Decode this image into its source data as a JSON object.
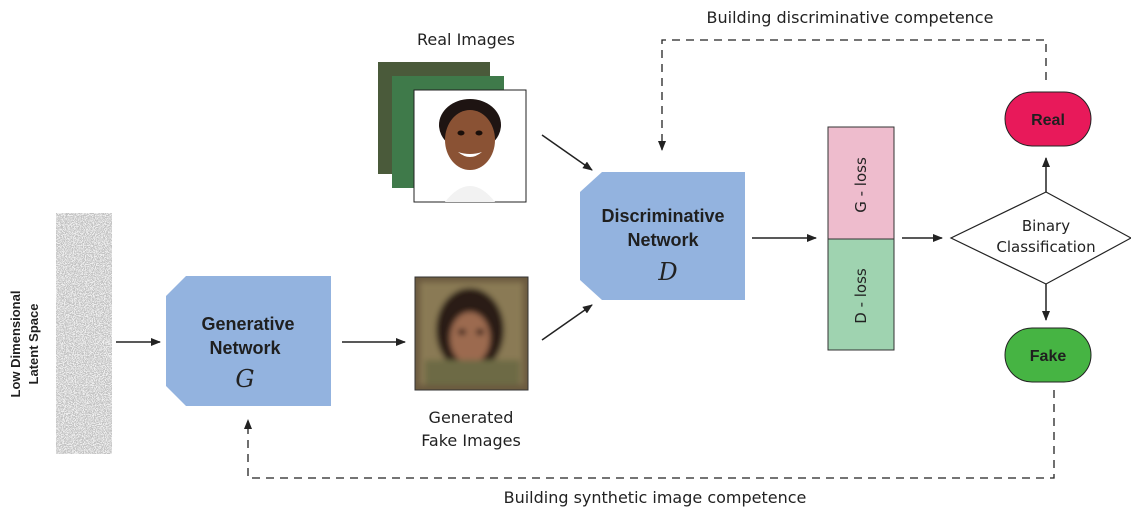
{
  "top_caption": "Building discriminative competence",
  "bottom_caption": "Building synthetic image competence",
  "latent_space": {
    "label_line1": "Low Dimensional",
    "label_line2": "Latent Space"
  },
  "generator": {
    "line1": "Generative",
    "line2": "Network",
    "symbol": "G"
  },
  "discriminator": {
    "line1": "Discriminative",
    "line2": "Network",
    "symbol": "D"
  },
  "real_images": {
    "caption": "Real Images"
  },
  "fake_images": {
    "caption_line1": "Generated",
    "caption_line2": "Fake Images"
  },
  "loss": {
    "g_loss": "G - loss",
    "d_loss": "D - loss",
    "g_color": "#eebccd",
    "d_color": "#9fd3b0"
  },
  "classifier": {
    "line1": "Binary",
    "line2": "Classification"
  },
  "outputs": {
    "real": "Real",
    "fake": "Fake",
    "real_color": "#e8195a",
    "fake_color": "#46b443"
  },
  "colors": {
    "network_fill": "#93b3df"
  }
}
